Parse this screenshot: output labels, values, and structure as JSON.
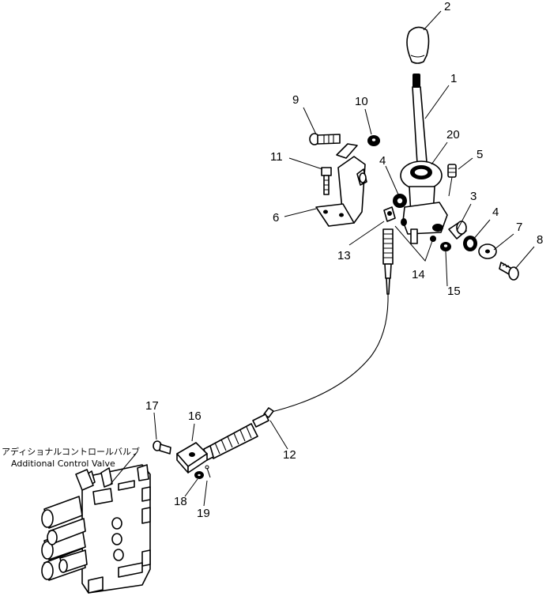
{
  "caption": {
    "japanese": "アディショナルコントロールバルブ",
    "english": "Additional Control Valve"
  },
  "callouts": [
    "1",
    "2",
    "3",
    "4",
    "4",
    "5",
    "6",
    "7",
    "8",
    "9",
    "10",
    "11",
    "12",
    "13",
    "14",
    "15",
    "16",
    "17",
    "18",
    "19",
    "20"
  ]
}
